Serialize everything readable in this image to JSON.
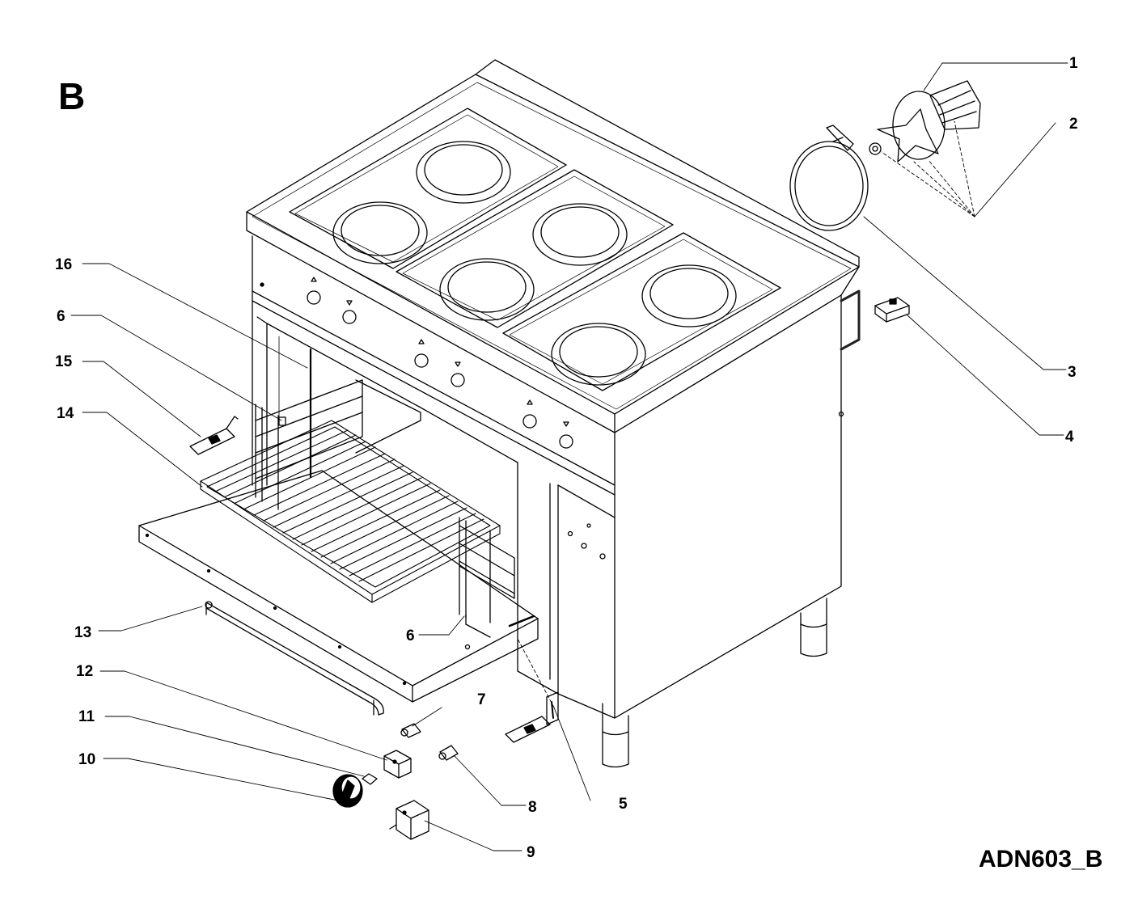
{
  "sheet": {
    "letter": "B",
    "code": "ADN603_B"
  },
  "callouts": [
    {
      "id": "1",
      "label": "1"
    },
    {
      "id": "2",
      "label": "2"
    },
    {
      "id": "3",
      "label": "3"
    },
    {
      "id": "4",
      "label": "4"
    },
    {
      "id": "5",
      "label": "5"
    },
    {
      "id": "6a",
      "label": "6"
    },
    {
      "id": "6b",
      "label": "6"
    },
    {
      "id": "7",
      "label": "7"
    },
    {
      "id": "8",
      "label": "8"
    },
    {
      "id": "9",
      "label": "9"
    },
    {
      "id": "10",
      "label": "10"
    },
    {
      "id": "11",
      "label": "11"
    },
    {
      "id": "12",
      "label": "12"
    },
    {
      "id": "13",
      "label": "13"
    },
    {
      "id": "14",
      "label": "14"
    },
    {
      "id": "15",
      "label": "15"
    },
    {
      "id": "16",
      "label": "16"
    }
  ]
}
